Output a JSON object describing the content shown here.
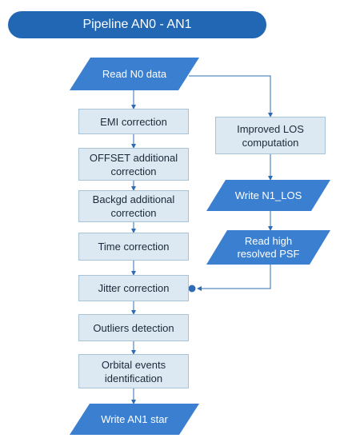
{
  "title": "Pipeline AN0 - AN1",
  "nodes": {
    "read_n0": "Read N0 data",
    "emi": "EMI correction",
    "offset_1": "OFFSET additional",
    "offset_2": "correction",
    "backgd_1": "Backgd additional",
    "backgd_2": "correction",
    "time": "Time correction",
    "jitter": "Jitter correction",
    "outliers": "Outliers detection",
    "orbital_1": "Orbital events",
    "orbital_2": "identification",
    "write_an1": "Write AN1 star",
    "los_1": "Improved LOS",
    "los_2": "computation",
    "write_n1_los": "Write N1_LOS",
    "psf_1": "Read high",
    "psf_2": "resolved PSF"
  },
  "colors": {
    "title_fill": "#2167b3",
    "parallelogram_fill": "#3b7fd0",
    "process_fill": "#dde9f2",
    "connector": "#2d6cb5"
  }
}
